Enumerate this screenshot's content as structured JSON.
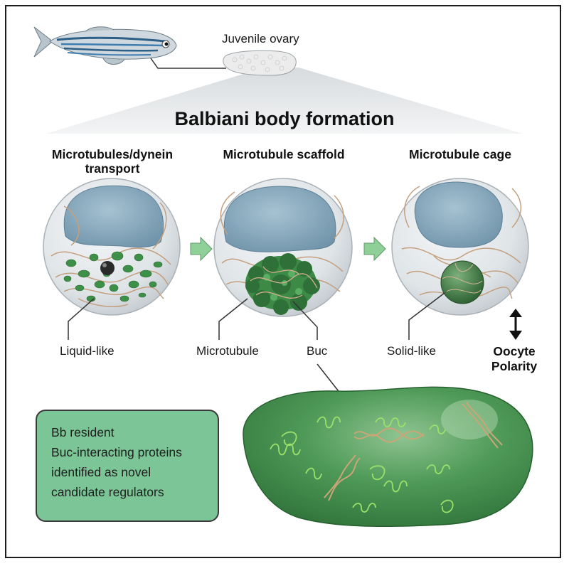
{
  "header": {
    "organ_label": "Juvenile ovary",
    "title": "Balbiani body formation"
  },
  "stages": [
    {
      "heading_line1": "Microtubules/dynein",
      "heading_line2": "transport"
    },
    {
      "heading_line1": "Microtubule scaffold",
      "heading_line2": ""
    },
    {
      "heading_line1": "Microtubule cage",
      "heading_line2": ""
    }
  ],
  "callouts": {
    "liquid": "Liquid-like",
    "microtubule": "Microtubule",
    "buc": "Buc",
    "solid": "Solid-like"
  },
  "polarity": {
    "line1": "Oocyte",
    "line2": "Polarity"
  },
  "infobox": {
    "lines": [
      "Bb resident",
      "Buc-interacting proteins",
      "identified as novel",
      "candidate regulators"
    ]
  },
  "colors": {
    "border": "#1c1c1c",
    "nucleus": "#8fb0c3",
    "cell": "#e3e7ea",
    "bb_green": "#3f8f4a",
    "infobox_fill": "#7cc596",
    "arrow_green": "#8fcf98",
    "microtubule": "#c4a07e"
  }
}
